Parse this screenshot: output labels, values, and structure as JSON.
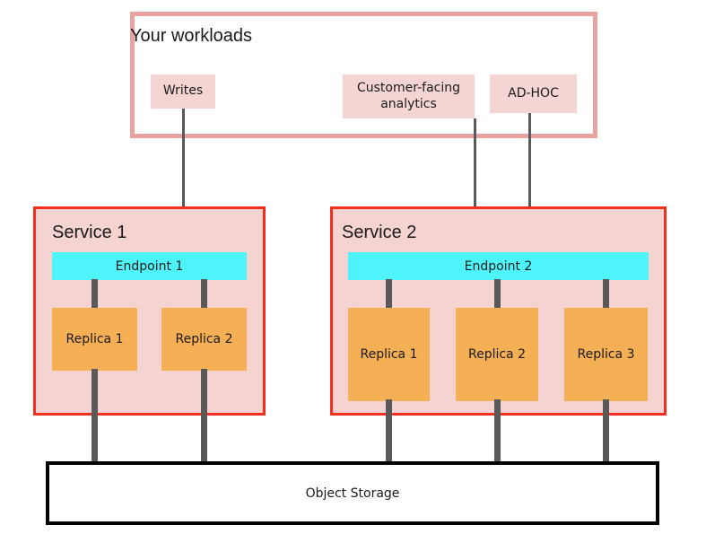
{
  "diagram": {
    "title": "Your workloads",
    "workloads": {
      "label": "Your workloads",
      "chips": [
        {
          "id": "writes",
          "label": "Writes"
        },
        {
          "id": "customer-facing-analytics",
          "label": "Customer-facing analytics"
        },
        {
          "id": "ad-hoc",
          "label": "AD-HOC"
        }
      ]
    },
    "services": [
      {
        "id": "service-1",
        "label": "Service 1",
        "endpoint": "Endpoint 1",
        "replicas": [
          {
            "label": "Replica 1"
          },
          {
            "label": "Replica 2"
          }
        ]
      },
      {
        "id": "service-2",
        "label": "Service 2",
        "endpoint": "Endpoint 2",
        "replicas": [
          {
            "label": "Replica 1"
          },
          {
            "label": "Replica 2"
          },
          {
            "label": "Replica 3"
          }
        ]
      }
    ],
    "storage": {
      "label": "Object Storage"
    },
    "colors": {
      "workloads_border": "#e8a2a0",
      "chip_fill": "#f4d5d3",
      "service_border": "#f52f1e",
      "service_fill": "#f4d3d1",
      "endpoint_fill": "#4df5fb",
      "replica_fill": "#f5af55",
      "connector": "#595959",
      "storage_border": "#000000",
      "text": "#1a1a1a"
    }
  }
}
